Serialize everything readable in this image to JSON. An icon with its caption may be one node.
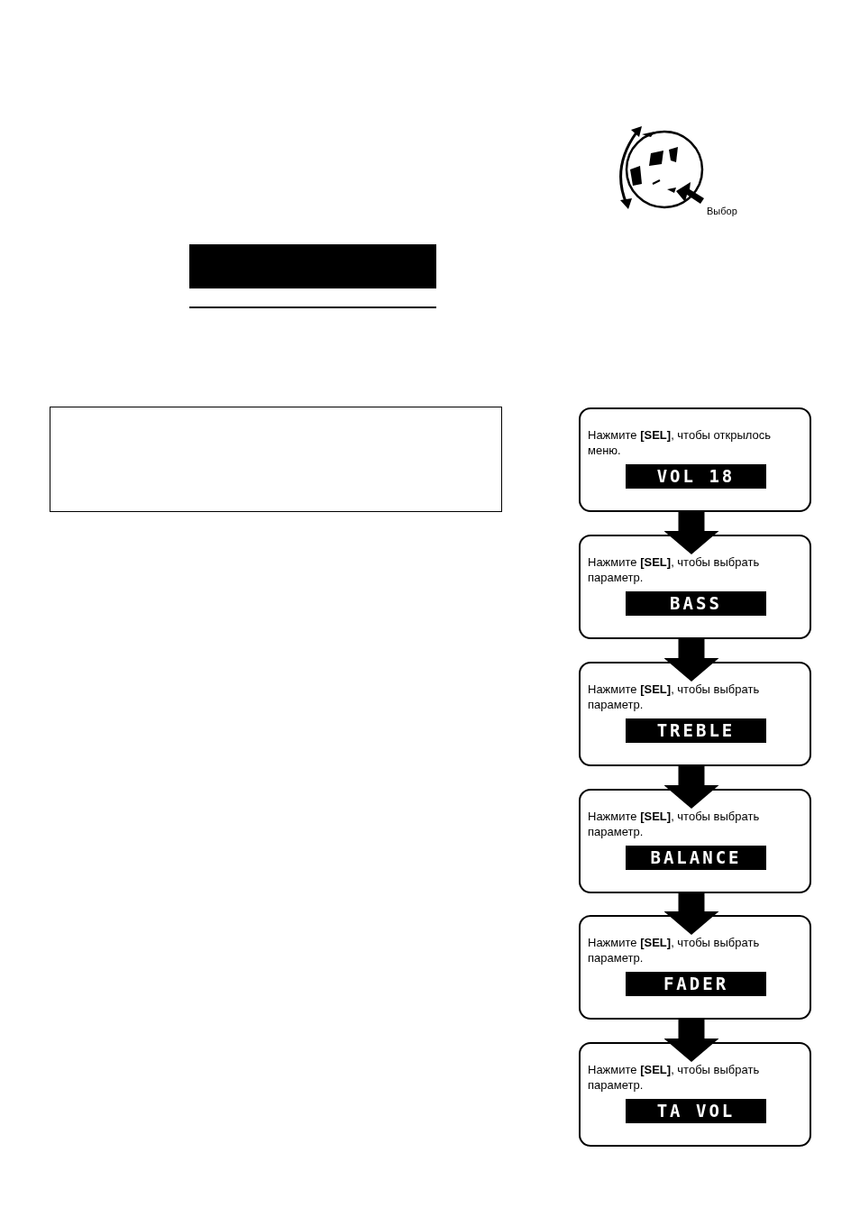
{
  "diagram": {
    "nodes": [
      {
        "text": [],
        "shape": "bar"
      },
      {
        "text": [],
        "shape": "box"
      },
      {
        "text": [
          "Нажмите **[SEL]**, чтобы открылось меню.",
          "VOL 18"
        ]
      },
      {
        "text": [
          "Нажмите **[SEL]**, чтобы выбрать параметр.",
          "BASS"
        ]
      },
      {
        "text": [
          "Нажмите **[SEL]**, чтобы выбрать параметр.",
          "TREBLE"
        ]
      },
      {
        "text": [
          "Нажмите **[SEL]**, чтобы выбрать параметр.",
          "BALANCE"
        ]
      },
      {
        "text": [
          "Нажмите **[SEL]**, чтобы выбрать параметр.",
          "FADER"
        ]
      },
      {
        "text": [
          "Нажмите **[SEL]**, чтобы выбрать параметр.",
          "TA VOL"
        ]
      }
    ],
    "edges": [
      {
        "from": 2,
        "to": 3,
        "arrow": "to"
      },
      {
        "from": 3,
        "to": 4,
        "arrow": "to"
      },
      {
        "from": 4,
        "to": 5,
        "arrow": "to"
      },
      {
        "from": 5,
        "to": 6,
        "arrow": "to"
      },
      {
        "from": 6,
        "to": 7,
        "arrow": "to"
      }
    ],
    "labels": [
      "Выбор"
    ]
  }
}
